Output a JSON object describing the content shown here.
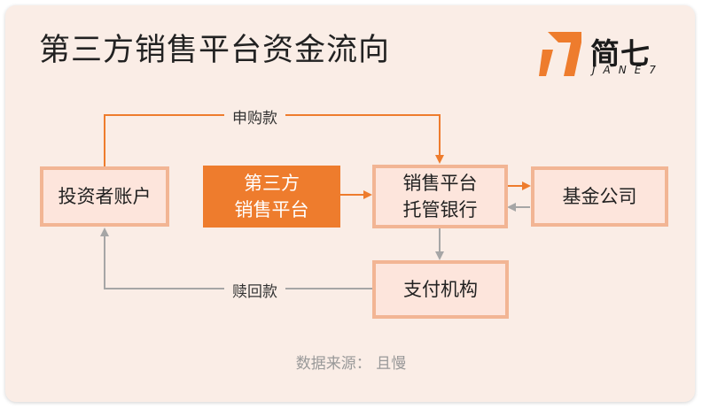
{
  "title": "第三方销售平台资金流向",
  "logo": {
    "name_cn": "简七",
    "name_en": "JANE7"
  },
  "nodes": {
    "investor": "投资者账户",
    "platform": {
      "line1": "第三方",
      "line2": "销售平台"
    },
    "custodian": {
      "line1": "销售平台",
      "line2": "托管银行"
    },
    "fund": "基金公司",
    "payment": "支付机构"
  },
  "edges": {
    "subscribe_label": "申购款",
    "redeem_label": "赎回款"
  },
  "colors": {
    "accent_orange": "#ee7c2d",
    "node_fill": "#fde5dc",
    "node_border": "#f2b594",
    "gray_arrow": "#a6a6a6",
    "background": "#faede6"
  },
  "source": "数据来源：  且慢"
}
